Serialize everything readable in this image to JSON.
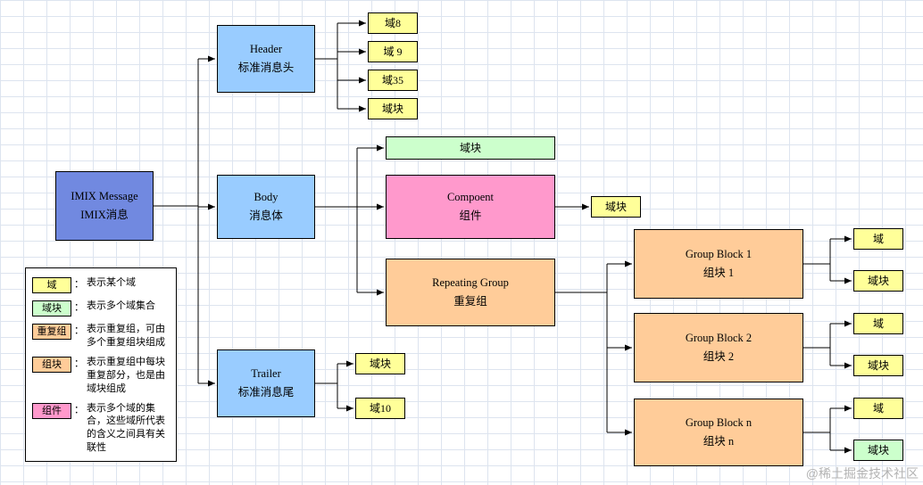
{
  "watermark": "@稀土掘金技术社区",
  "colors": {
    "root_blue": "#7189e0",
    "light_blue": "#99ccff",
    "yellow": "#ffff99",
    "green": "#ccffcc",
    "orange": "#ffcc99",
    "pink": "#ff99cc",
    "grid_line": "#dde4ef",
    "connector": "#000000"
  },
  "nodes": {
    "root": {
      "line1": "IMIX Message",
      "line2": "IMIX消息"
    },
    "header": {
      "line1": "Header",
      "line2": "标准消息头"
    },
    "body": {
      "line1": "Body",
      "line2": "消息体"
    },
    "trailer": {
      "line1": "Trailer",
      "line2": "标准消息尾"
    },
    "component": {
      "line1": "Compoent",
      "line2": "组件"
    },
    "repeating_group": {
      "line1": "Repeating Group",
      "line2": "重复组"
    },
    "body_field_block": "域块",
    "component_field_block": "域块",
    "header_fields": [
      "域8",
      "域 9",
      "域35",
      "域块"
    ],
    "trailer_fields": [
      "域块",
      "域10"
    ],
    "group_blocks": [
      {
        "line1": "Group Block 1",
        "line2": "组块 1",
        "field": "域",
        "block": "域块"
      },
      {
        "line1": "Group Block 2",
        "line2": "组块 2",
        "field": "域",
        "block": "域块"
      },
      {
        "line1": "Group Block n",
        "line2": "组块 n",
        "field": "域",
        "block": "域块"
      }
    ]
  },
  "legend": {
    "separator": "：",
    "items": [
      {
        "label": "域",
        "color": "#ffff99",
        "desc": "表示某个域"
      },
      {
        "label": "域块",
        "color": "#ccffcc",
        "desc": "表示多个域集合"
      },
      {
        "label": "重复组",
        "color": "#ffcc99",
        "desc": "表示重复组，可由多个重复组块组成"
      },
      {
        "label": "组块",
        "color": "#ffcc99",
        "desc": "表示重复组中每块重复部分，也是由域块组成"
      },
      {
        "label": "组件",
        "color": "#ff99cc",
        "desc": "表示多个域的集合，这些域所代表的含义之间具有关联性"
      }
    ]
  }
}
